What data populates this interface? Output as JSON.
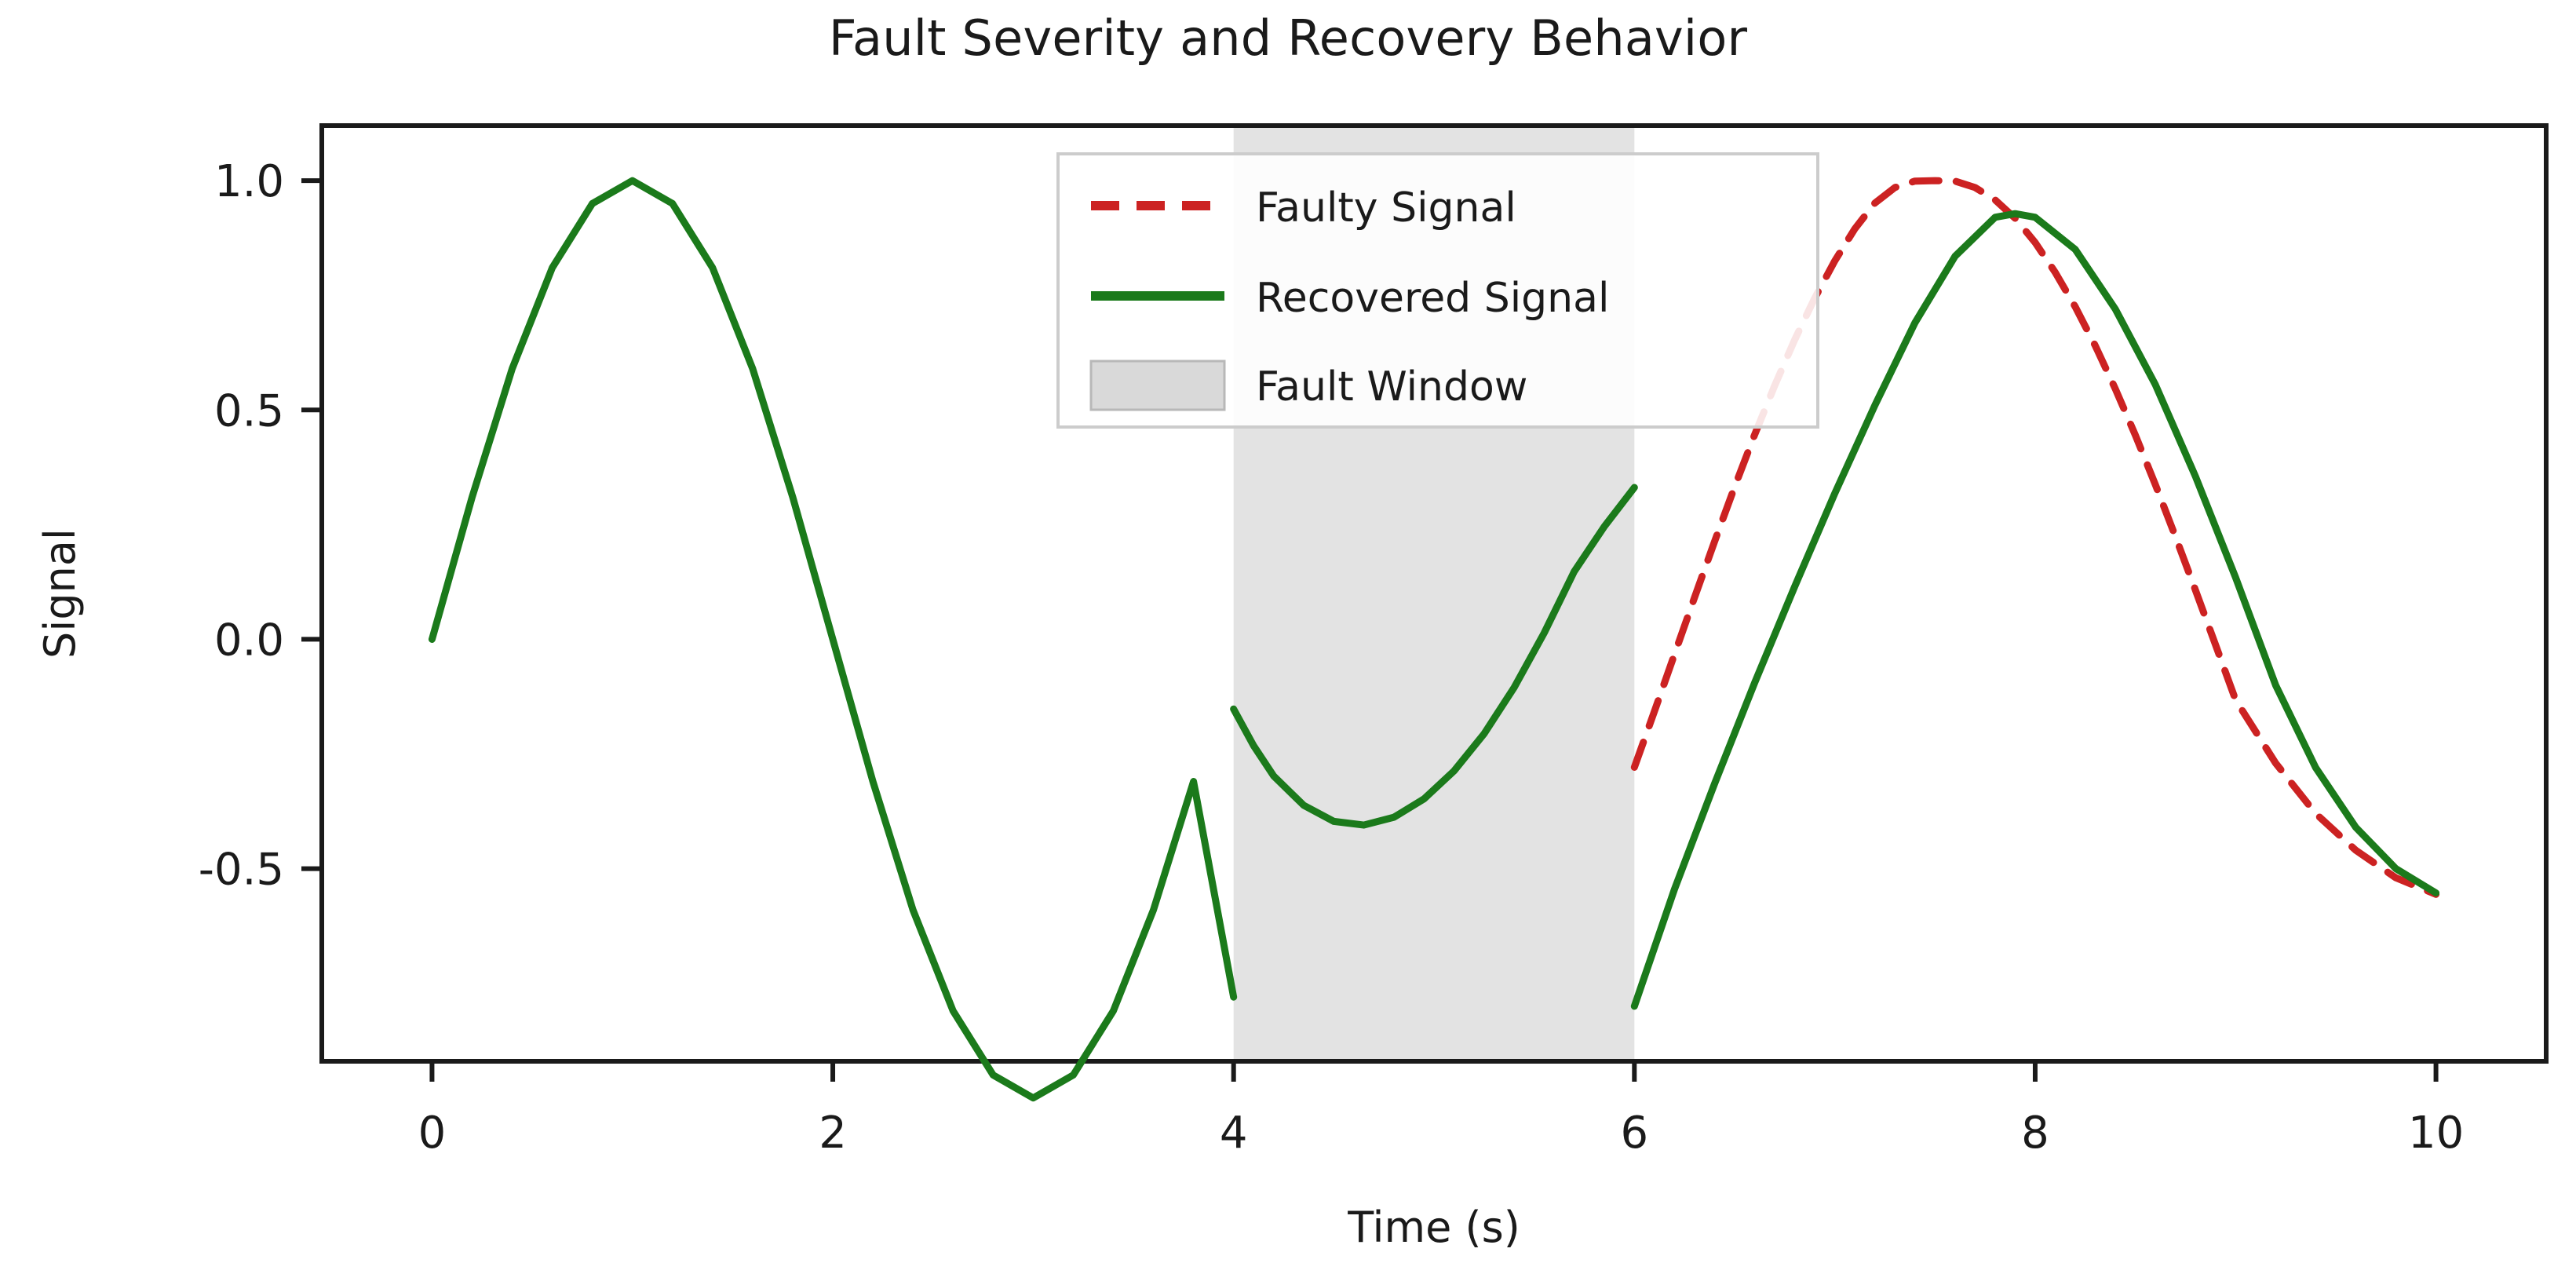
{
  "chart_data": {
    "type": "line",
    "title": "Fault Severity and Recovery Behavior",
    "xlabel": "Time (s)",
    "ylabel": "Signal",
    "xlim": [
      -0.55,
      10.55
    ],
    "ylim": [
      -0.92,
      1.12
    ],
    "xticks": [
      0,
      2,
      4,
      6,
      8,
      10
    ],
    "xticklabels": [
      "0",
      "2",
      "4",
      "6",
      "8",
      "10"
    ],
    "yticks": [
      1.0,
      0.5,
      0.0,
      -0.5
    ],
    "yticklabels": [
      "1.0",
      "0.5",
      "0.0",
      "-0.5"
    ],
    "grid": false,
    "legend_position": "upper center",
    "series": [
      {
        "name": "Faulty Signal",
        "style": "dashed",
        "color": "#cc2222",
        "linewidth": 9,
        "x": [
          6.0,
          6.1,
          6.2,
          6.3,
          6.4,
          6.5,
          6.6,
          6.7,
          6.8,
          6.9,
          7.0,
          7.1,
          7.2,
          7.3,
          7.4,
          7.5,
          7.6,
          7.7,
          7.8,
          7.9,
          8.0,
          8.1,
          8.2,
          8.3,
          8.4,
          8.5,
          8.6,
          8.7,
          8.8,
          8.9,
          9.0,
          9.2,
          9.4,
          9.6,
          9.8,
          10.0
        ],
        "y": [
          -0.279,
          -0.157,
          -0.033,
          0.091,
          0.213,
          0.332,
          0.446,
          0.553,
          0.653,
          0.744,
          0.825,
          0.895,
          0.951,
          0.985,
          0.999,
          1.0,
          0.999,
          0.985,
          0.958,
          0.918,
          0.865,
          0.8,
          0.725,
          0.64,
          0.546,
          0.445,
          0.337,
          0.224,
          0.107,
          -0.012,
          -0.132,
          -0.27,
          -0.38,
          -0.46,
          -0.52,
          -0.556
        ]
      },
      {
        "name": "Recovered Signal",
        "style": "solid",
        "color": "#1b7a1b",
        "linewidth": 9,
        "segments": [
          {
            "comment": "pre-fault clean sine 0..4",
            "x": [
              0.0,
              0.2,
              0.4,
              0.6,
              0.8,
              1.0,
              1.2,
              1.4,
              1.6,
              1.8,
              2.0,
              2.2,
              2.4,
              2.6,
              2.8,
              3.0,
              3.2,
              3.4,
              3.6,
              3.8,
              4.0
            ],
            "y": [
              0.0,
              0.31,
              0.59,
              0.81,
              0.95,
              1.0,
              0.95,
              0.81,
              0.59,
              0.31,
              0.0,
              -0.31,
              -0.59,
              -0.81,
              -0.95,
              -1.0,
              -0.95,
              -0.81,
              -0.59,
              -0.31,
              -0.78
            ]
          },
          {
            "comment": "fault-window distorted segment 4..6 with jump at both ends",
            "x": [
              4.0,
              4.1,
              4.2,
              4.35,
              4.5,
              4.65,
              4.8,
              4.95,
              5.1,
              5.25,
              5.4,
              5.55,
              5.7,
              5.85,
              6.0
            ],
            "y": [
              -0.152,
              -0.232,
              -0.298,
              -0.362,
              -0.397,
              -0.405,
              -0.388,
              -0.348,
              -0.287,
              -0.206,
              -0.105,
              0.014,
              0.148,
              0.246,
              0.331
            ]
          },
          {
            "comment": "post-fault recovery ramp and sine 6..10",
            "x": [
              6.0,
              6.2,
              6.4,
              6.6,
              6.8,
              7.0,
              7.2,
              7.4,
              7.6,
              7.8,
              7.9,
              8.0,
              8.2,
              8.4,
              8.6,
              8.8,
              9.0,
              9.2,
              9.4,
              9.6,
              9.8,
              10.0
            ],
            "y": [
              -0.8,
              -0.545,
              -0.315,
              -0.095,
              0.115,
              0.318,
              0.51,
              0.69,
              0.835,
              0.92,
              0.928,
              0.92,
              0.85,
              0.72,
              0.555,
              0.355,
              0.135,
              -0.1,
              -0.28,
              -0.41,
              -0.5,
              -0.553
            ]
          }
        ]
      }
    ],
    "shaded_regions": [
      {
        "name": "Fault Window",
        "x_start": 4.0,
        "x_end": 6.0,
        "color": "#d9d9d9",
        "opacity": 0.75
      }
    ]
  },
  "legend": {
    "entries": [
      {
        "label": "Faulty Signal",
        "marker": "dashed-line",
        "color": "#cc2222"
      },
      {
        "label": "Recovered Signal",
        "marker": "solid-line",
        "color": "#1b7a1b"
      },
      {
        "label": "Fault Window",
        "marker": "patch",
        "color": "#d9d9d9"
      }
    ]
  },
  "colors": {
    "faulty": "#cc2222",
    "recovered": "#1b7a1b",
    "fault_window": "#d9d9d9",
    "axis": "#1a1a1a",
    "background": "#ffffff"
  }
}
